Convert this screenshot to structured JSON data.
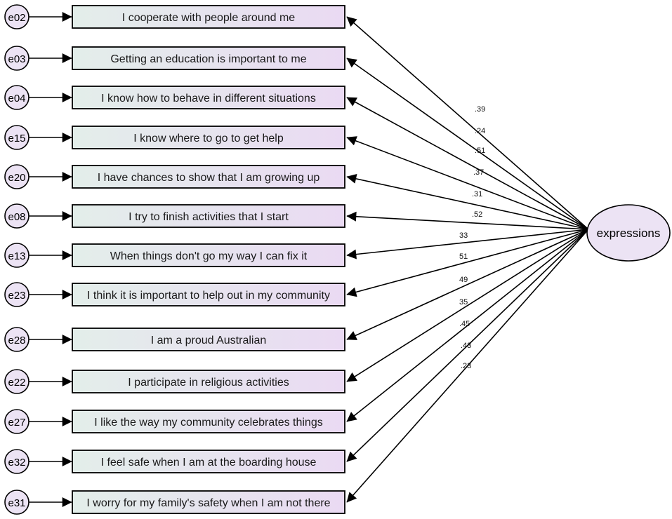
{
  "diagram": {
    "factor": {
      "label": "expressions"
    },
    "items": [
      {
        "error": "e02",
        "text": "I cooperate with people around me",
        "loading": ".39"
      },
      {
        "error": "e03",
        "text": "Getting an education is important to me",
        "loading": ".24"
      },
      {
        "error": "e04",
        "text": "I know how to behave in different situations",
        "loading": ".51"
      },
      {
        "error": "e15",
        "text": "I know where to go to get help",
        "loading": ".37"
      },
      {
        "error": "e20",
        "text": "I have chances to show that I am growing up",
        "loading": ".31"
      },
      {
        "error": "e08",
        "text": "I try to finish activities that I start",
        "loading": ".52"
      },
      {
        "error": "e13",
        "text": "When things don't go my way I can fix it",
        "loading": "33"
      },
      {
        "error": "e23",
        "text": "I think it is important to help out in my community",
        "loading": "51"
      },
      {
        "error": "e28",
        "text": "I am a proud Australian",
        "loading": "49"
      },
      {
        "error": "e22",
        "text": "I participate in religious activities",
        "loading": "35"
      },
      {
        "error": "e27",
        "text": "I like the way my community celebrates things",
        "loading": ".45"
      },
      {
        "error": "e32",
        "text": "I feel safe when I am at the boarding house",
        "loading": ".43"
      },
      {
        "error": "e31",
        "text": "I worry for my family's safety when I am not there",
        "loading": ".23"
      }
    ],
    "colors": {
      "box_fill_start": "#e3eeea",
      "box_fill_end": "#eadaf3",
      "ellipse_fill": "#ece3f4",
      "circle_fill": "#ece3f4",
      "stroke": "#000000"
    }
  }
}
